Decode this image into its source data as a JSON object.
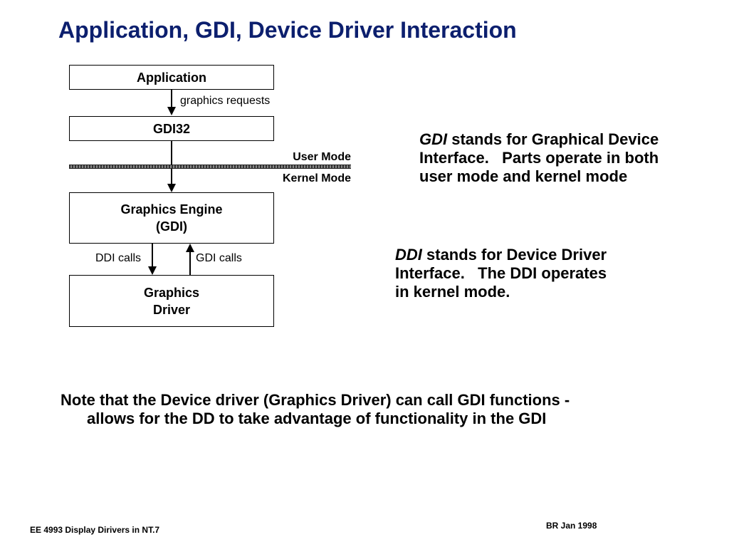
{
  "title": "Application, GDI, Device Driver Interaction",
  "diagram": {
    "application": "Application",
    "graphics_requests": "graphics requests",
    "gdi32": "GDI32",
    "user_mode": "User Mode",
    "kernel_mode": "Kernel Mode",
    "engine_line1": "Graphics Engine",
    "engine_line2": "(GDI)",
    "ddi_calls": "DDI calls",
    "gdi_calls": "GDI calls",
    "driver_line1": "Graphics",
    "driver_line2": "Driver"
  },
  "gdi_note": {
    "term": "GDI",
    "line1": " stands for Graphical Device",
    "line2": "Interface.   Parts operate in both",
    "line3": "user mode and kernel mode"
  },
  "ddi_note": {
    "term": "DDI",
    "line1": " stands for Device Driver",
    "line2": "Interface.   The DDI operates",
    "line3": "in kernel mode."
  },
  "note": "Note that the Device driver (Graphics Driver) can call GDI functions - allows for the DD to take advantage of functionality in the GDI",
  "footer": {
    "left": "EE 4993  Display Dirivers in NT.7",
    "right": "BR Jan 1998"
  }
}
